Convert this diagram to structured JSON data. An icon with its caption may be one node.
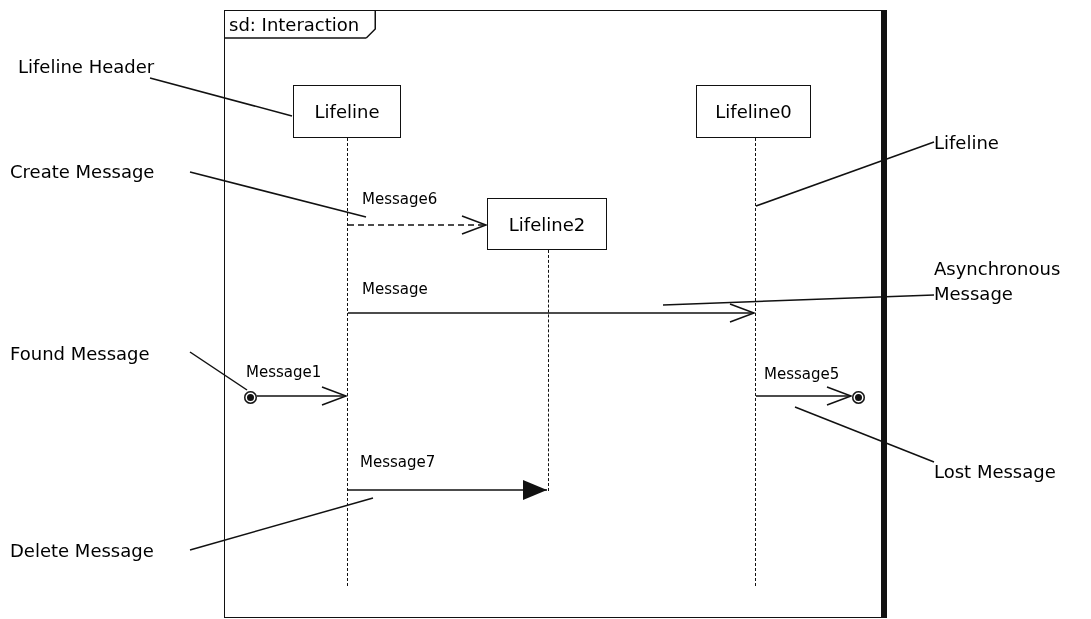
{
  "diagram": {
    "nodes": [
      {
        "text": [
          "sd: Interaction"
        ]
      },
      {
        "text": [
          "Lifeline"
        ],
        "in": 0
      },
      {
        "text": [
          "Lifeline0"
        ],
        "in": 0
      },
      {
        "text": [
          "Lifeline2"
        ],
        "in": 0
      },
      {
        "text": [],
        "shape": "line",
        "in": 0
      },
      {
        "text": [],
        "shape": "line",
        "in": 0
      },
      {
        "text": [],
        "shape": "line",
        "in": 0
      },
      {
        "text": [],
        "shape": "circle",
        "in": 0
      },
      {
        "text": [],
        "shape": "circle",
        "in": 0
      },
      {
        "text": [
          "Lifeline Header"
        ]
      },
      {
        "text": [
          "Create Message"
        ]
      },
      {
        "text": [
          "Found Message"
        ]
      },
      {
        "text": [
          "Delete Message"
        ]
      },
      {
        "text": [
          "Lifeline"
        ]
      },
      {
        "text": [
          "Asynchronous Message"
        ]
      },
      {
        "text": [
          "Lost Message"
        ]
      }
    ],
    "edges": [
      {
        "from": 4,
        "to": 3,
        "arrow": "to",
        "label": "Message6",
        "style": "dashed"
      },
      {
        "from": 4,
        "to": 6,
        "arrow": "to",
        "label": "Message"
      },
      {
        "from": 7,
        "to": 4,
        "arrow": "to",
        "label": "Message1"
      },
      {
        "from": 6,
        "to": 8,
        "arrow": "to",
        "label": "Message5"
      },
      {
        "from": 4,
        "to": 5,
        "arrow": "to",
        "label": "Message7"
      },
      {
        "from": 9,
        "to": 1,
        "arrow": "none"
      },
      {
        "from": 10,
        "to": null,
        "arrow": "none"
      },
      {
        "from": 11,
        "to": 7,
        "arrow": "none"
      },
      {
        "from": 12,
        "to": null,
        "arrow": "none"
      },
      {
        "from": 13,
        "to": 6,
        "arrow": "none"
      },
      {
        "from": 14,
        "to": null,
        "arrow": "none"
      },
      {
        "from": 15,
        "to": null,
        "arrow": "none"
      }
    ]
  }
}
